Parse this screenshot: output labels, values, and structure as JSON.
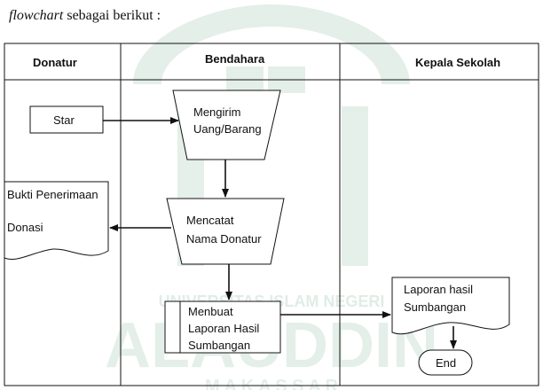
{
  "intro": {
    "emphasis": "flowchart",
    "rest": " sebagai berikut :"
  },
  "lanes": {
    "donatur": "Donatur",
    "bendahara": "Bendahara",
    "kepala_sekolah": "Kepala Sekolah"
  },
  "shapes": {
    "start": "Star",
    "send": [
      "Mengirim",
      "Uang/Barang"
    ],
    "receipt_doc": [
      "Bukti Penerimaan",
      "Donasi"
    ],
    "record": [
      "Mencatat",
      "Nama Donatur"
    ],
    "make_report": [
      "Menbuat",
      "Laporan Hasil",
      "Sumbangan"
    ],
    "report_doc": [
      "Laporan  hasil",
      "Sumbangan"
    ],
    "end": "End"
  },
  "watermark": {
    "line1": "UNIVERSITAS ISLAM NEGERI",
    "line2": "ALAUDDIN",
    "line3": "M A K A S S A R",
    "color": "#2e8b57"
  }
}
